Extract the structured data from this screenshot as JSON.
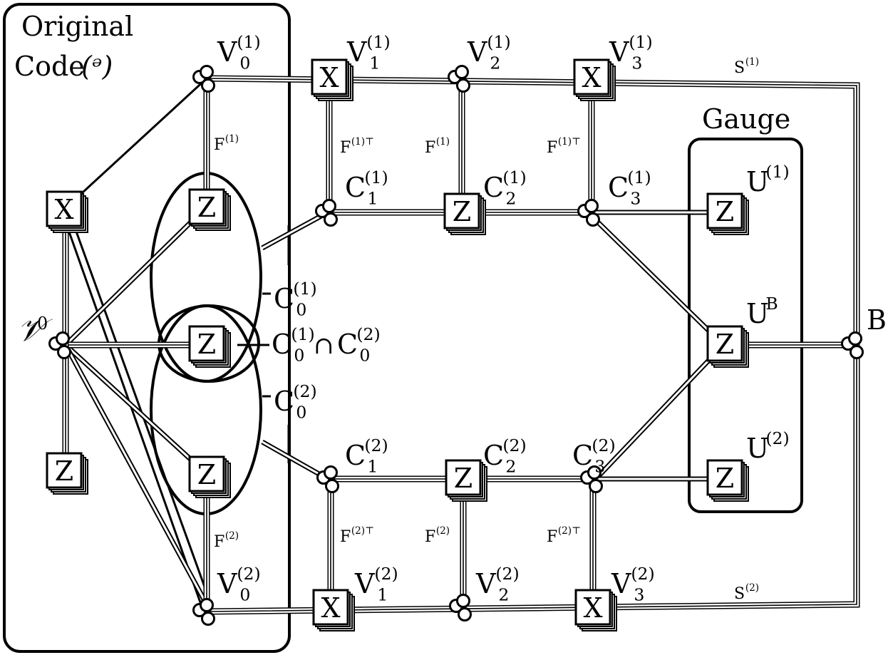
{
  "regions": {
    "original_code_title_line1": "Original",
    "original_code_title_line2": "Code",
    "original_code_symbol": "(ᵊ)",
    "gauge_title": "Gauge"
  },
  "labels": {
    "V0_script": "𝒱",
    "V0_script_sub": "0",
    "V0_top": {
      "base": "V",
      "sup": "(1)",
      "sub": "0"
    },
    "V1_top": {
      "base": "V",
      "sup": "(1)",
      "sub": "1"
    },
    "V2_top": {
      "base": "V",
      "sup": "(1)",
      "sub": "2"
    },
    "V3_top": {
      "base": "V",
      "sup": "(1)",
      "sub": "3"
    },
    "C1_top": {
      "base": "C",
      "sup": "(1)",
      "sub": "1"
    },
    "C2_top": {
      "base": "C",
      "sup": "(1)",
      "sub": "2"
    },
    "C3_top": {
      "base": "C",
      "sup": "(1)",
      "sub": "3"
    },
    "C0_top": {
      "base": "C",
      "sup": "(1)",
      "sub": "0"
    },
    "C0_int_a": {
      "base": "C",
      "sup": "(1)",
      "sub": "0"
    },
    "C0_int_op": "∩",
    "C0_int_b": {
      "base": "C",
      "sup": "(2)",
      "sub": "0"
    },
    "C0_bot": {
      "base": "C",
      "sup": "(2)",
      "sub": "0"
    },
    "C1_bot": {
      "base": "C",
      "sup": "(2)",
      "sub": "1"
    },
    "C2_bot": {
      "base": "C",
      "sup": "(2)",
      "sub": "2"
    },
    "C3_bot": {
      "base": "C",
      "sup": "(2)",
      "sub": "3"
    },
    "V0_bot": {
      "base": "V",
      "sup": "(2)",
      "sub": "0"
    },
    "V1_bot": {
      "base": "V",
      "sup": "(2)",
      "sub": "1"
    },
    "V2_bot": {
      "base": "V",
      "sup": "(2)",
      "sub": "2"
    },
    "V3_bot": {
      "base": "V",
      "sup": "(2)",
      "sub": "3"
    },
    "U1": {
      "base": "U",
      "sup": "(1)"
    },
    "UB": {
      "base": "U",
      "sup": "B"
    },
    "U2": {
      "base": "U",
      "sup": "(2)"
    },
    "B": "B",
    "S1": {
      "base": "S",
      "sup": "(1)"
    },
    "S2": {
      "base": "S",
      "sup": "(2)"
    },
    "F1_left": {
      "base": "F",
      "sup": "(1)"
    },
    "F1T_a": {
      "base": "F",
      "sup": "(1)⊤"
    },
    "F1_mid": {
      "base": "F",
      "sup": "(1)"
    },
    "F1T_b": {
      "base": "F",
      "sup": "(1)⊤"
    },
    "F2_left": {
      "base": "F",
      "sup": "(2)"
    },
    "F2T_a": {
      "base": "F",
      "sup": "(2)⊤"
    },
    "F2_mid": {
      "base": "F",
      "sup": "(2)"
    },
    "F2T_b": {
      "base": "F",
      "sup": "(2)⊤"
    }
  },
  "tensors": {
    "x_letter": "X",
    "z_letter": "Z"
  }
}
